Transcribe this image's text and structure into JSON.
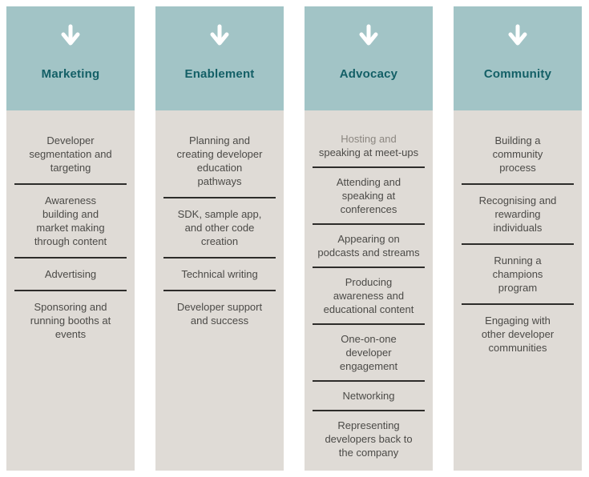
{
  "colors": {
    "page_bg": "#ffffff",
    "header_bg": "#a2c4c6",
    "title_text": "#135f66",
    "body_bg": "#dfdbd6",
    "item_text": "#4b4a47",
    "muted_item_text": "#8b8680",
    "divider": "#2d2c2a",
    "arrow_icon": "#ffffff"
  },
  "icons": {
    "header_icon": "down-arrow"
  },
  "columns": [
    {
      "title": "Marketing",
      "items": [
        {
          "lines": [
            "Developer",
            "segmentation and",
            "targeting"
          ]
        },
        {
          "lines": [
            "Awareness",
            "building and",
            "market making",
            "through content"
          ]
        },
        {
          "lines": [
            "Advertising"
          ]
        },
        {
          "lines": [
            "Sponsoring and",
            "running booths at",
            "events"
          ]
        }
      ]
    },
    {
      "title": "Enablement",
      "items": [
        {
          "lines": [
            "Planning and",
            "creating developer",
            "education",
            "pathways"
          ]
        },
        {
          "lines": [
            "SDK, sample app,",
            "and other code",
            "creation"
          ]
        },
        {
          "lines": [
            "Technical writing"
          ]
        },
        {
          "lines": [
            "Developer support",
            "and success"
          ]
        }
      ]
    },
    {
      "title": "Advocacy",
      "items": [
        {
          "muted_lines": [
            "Hosting and"
          ],
          "lines": [
            "speaking at meet-ups"
          ]
        },
        {
          "lines": [
            "Attending and",
            "speaking at",
            "conferences"
          ]
        },
        {
          "lines": [
            "Appearing on",
            "podcasts and streams"
          ]
        },
        {
          "lines": [
            "Producing",
            "awareness and",
            "educational content"
          ]
        },
        {
          "lines": [
            "One-on-one",
            "developer",
            "engagement"
          ]
        },
        {
          "lines": [
            "Networking"
          ]
        },
        {
          "lines": [
            "Representing",
            "developers back to",
            "the company"
          ]
        }
      ]
    },
    {
      "title": "Community",
      "items": [
        {
          "lines": [
            "Building a",
            "community",
            "process"
          ]
        },
        {
          "lines": [
            "Recognising and",
            "rewarding",
            "individuals"
          ]
        },
        {
          "lines": [
            "Running a",
            "champions",
            "program"
          ]
        },
        {
          "lines": [
            "Engaging with",
            "other developer",
            "communities"
          ]
        }
      ]
    }
  ]
}
